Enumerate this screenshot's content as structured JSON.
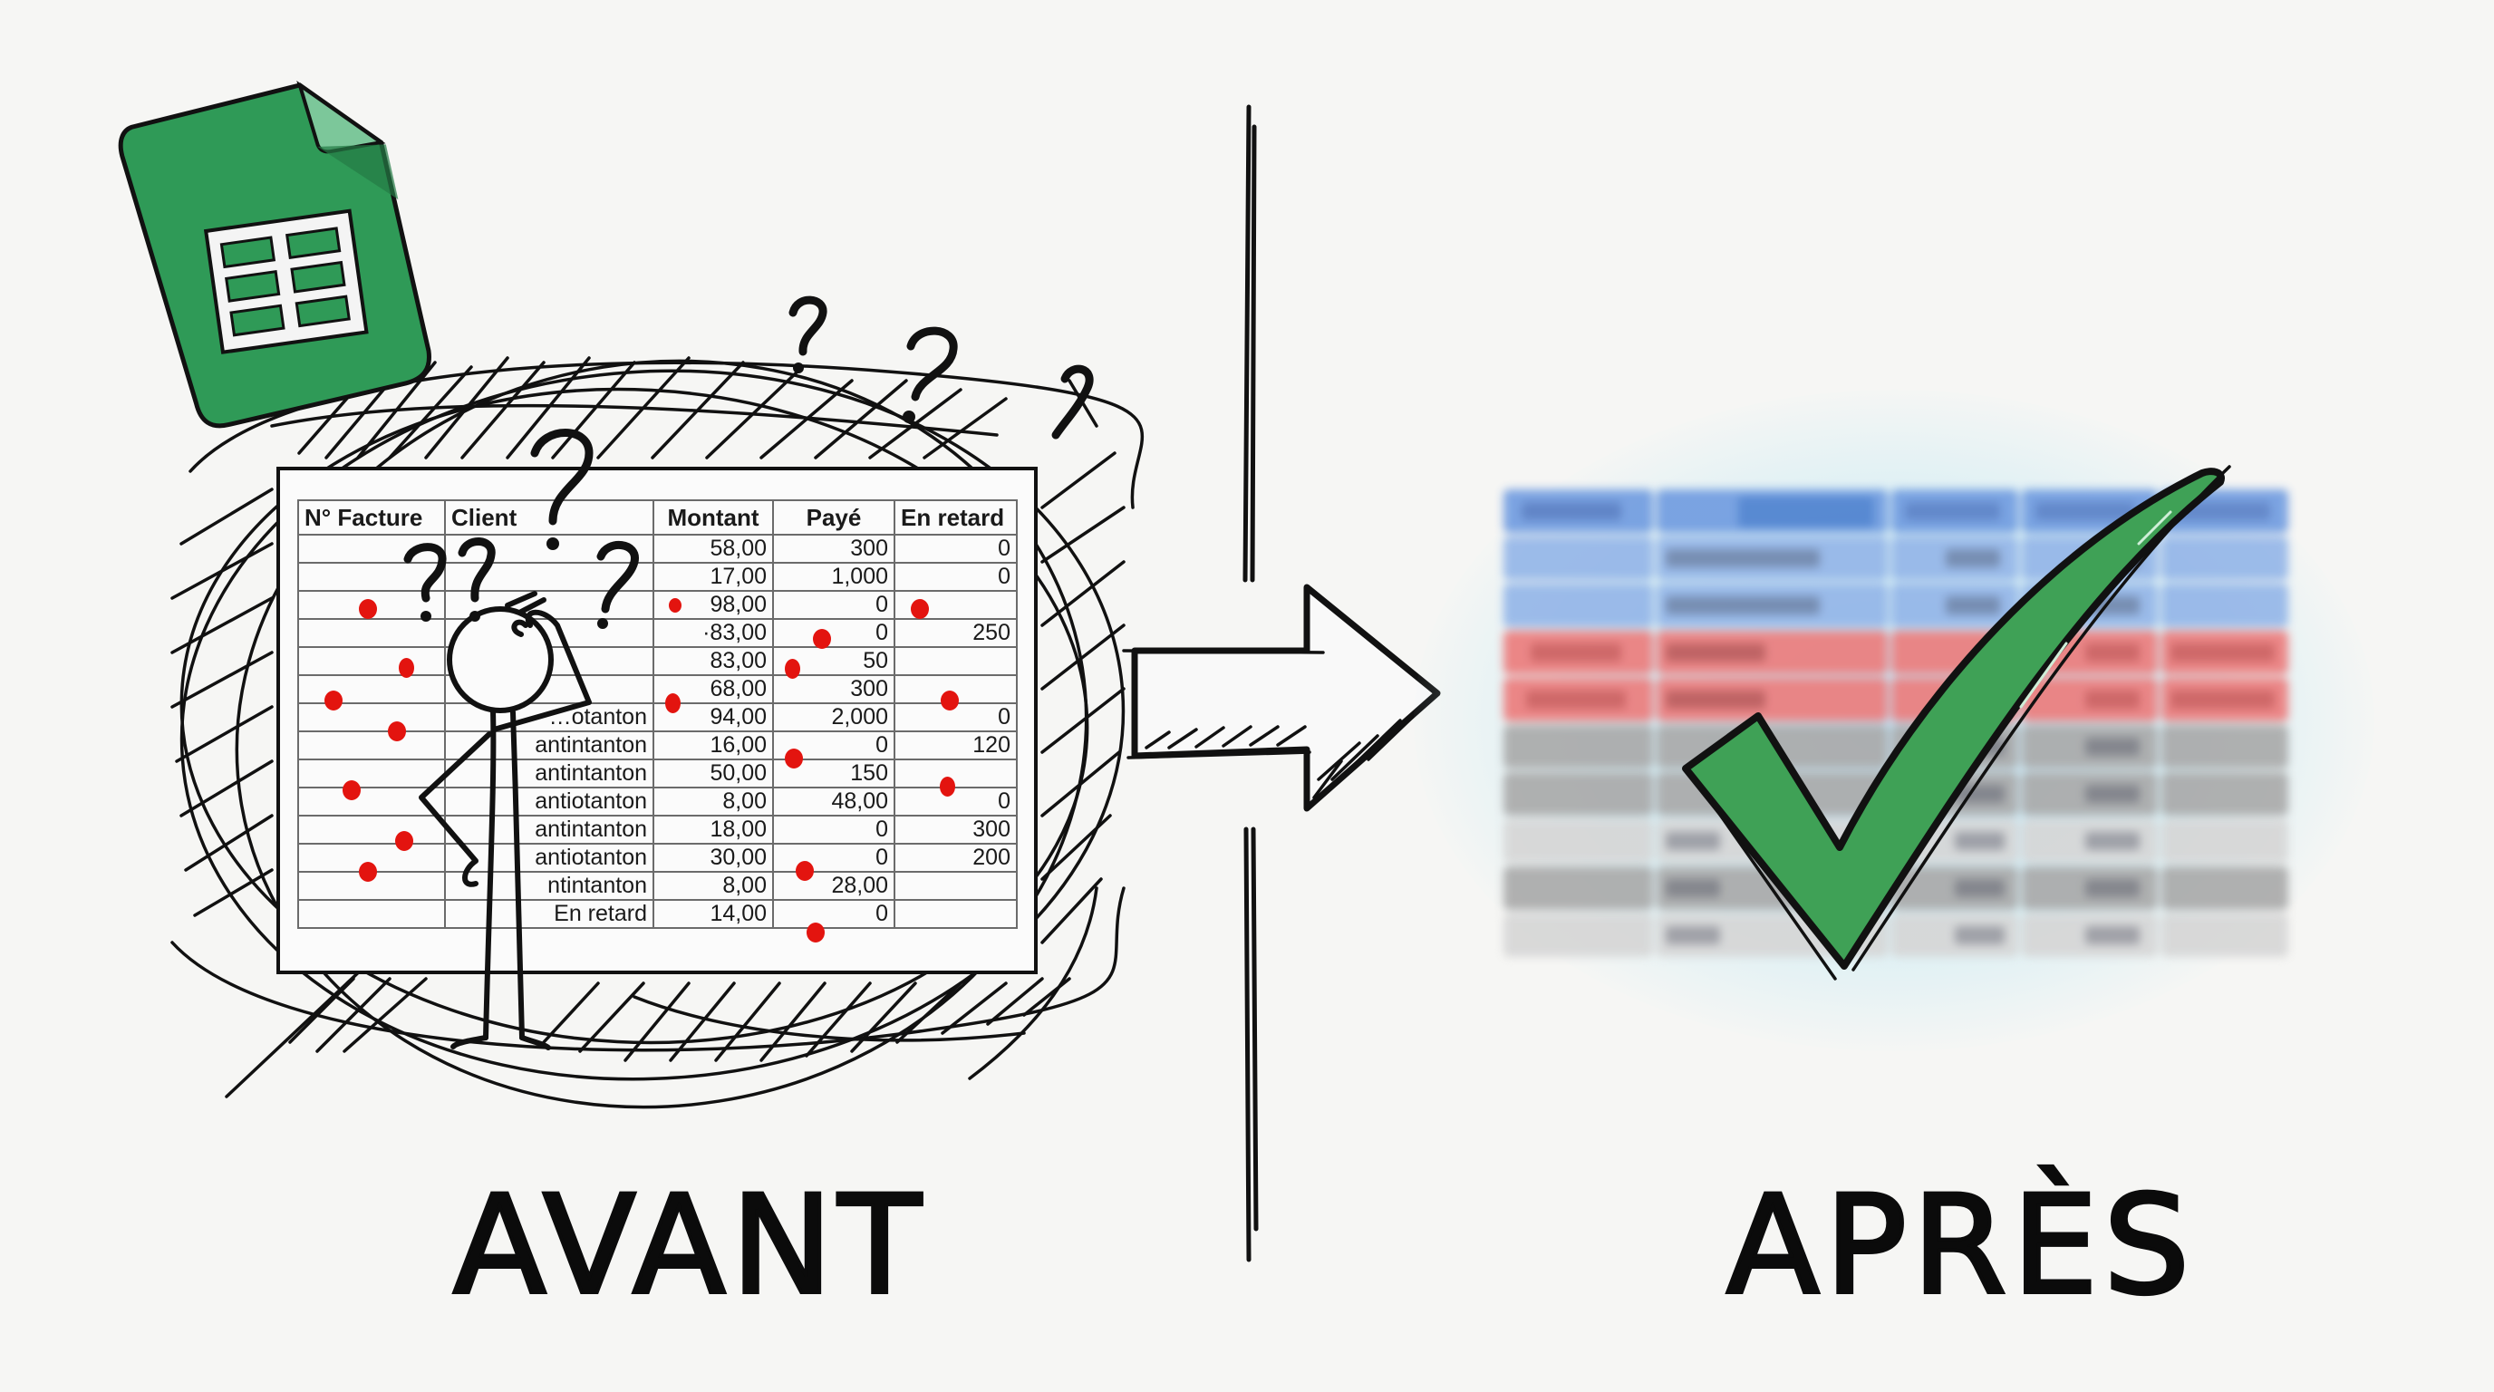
{
  "labels": {
    "before": "AVANT",
    "after": "APRÈS"
  },
  "icons": {
    "sheets_icon": "google-sheets-icon",
    "arrow": "right-arrow-icon",
    "check": "checkmark-icon",
    "question_marks": "question-mark-icon",
    "figure": "confused-stick-figure"
  },
  "colors": {
    "sheets_green": "#2f9a57",
    "sheets_fold": "#7cc79a",
    "error_dot": "#e3140f",
    "check_green": "#3fa156",
    "clean_header_blue": "#4a7fcf",
    "clean_row_blue": "#93b5e8",
    "clean_row_red": "#ec7b7b",
    "clean_row_grey": "#a9a9a9",
    "glow_blue": "#cfe8f4"
  },
  "before_table": {
    "headers": [
      "N° Facture",
      "Client",
      "Montant",
      "Payé",
      "En retard"
    ],
    "rows": [
      {
        "facture": "",
        "client": "",
        "montant": "58,00",
        "paye": "300",
        "retard": "0"
      },
      {
        "facture": "",
        "client": "",
        "montant": "17,00",
        "paye": "1,000",
        "retard": "0"
      },
      {
        "facture": "",
        "client": "",
        "montant": "98,00",
        "paye": "0",
        "retard": ""
      },
      {
        "facture": "",
        "client": "",
        "montant": "·83,00",
        "paye": "0",
        "retard": "250"
      },
      {
        "facture": "",
        "client": "",
        "montant": "83,00",
        "paye": "50",
        "retard": ""
      },
      {
        "facture": "",
        "client": "",
        "montant": "68,00",
        "paye": "300",
        "retard": ""
      },
      {
        "facture": "",
        "client": "…otanton",
        "montant": "94,00",
        "paye": "2,000",
        "retard": "0"
      },
      {
        "facture": "",
        "client": "antintanton",
        "montant": "16,00",
        "paye": "0",
        "retard": "120"
      },
      {
        "facture": "",
        "client": "antintanton",
        "montant": "50,00",
        "paye": "150",
        "retard": ""
      },
      {
        "facture": "",
        "client": "antiotanton",
        "montant": "8,00",
        "paye": "48,00",
        "retard": "0"
      },
      {
        "facture": "",
        "client": "antintanton",
        "montant": "18,00",
        "paye": "0",
        "retard": "300"
      },
      {
        "facture": "",
        "client": "antiotanton",
        "montant": "30,00",
        "paye": "0",
        "retard": "200"
      },
      {
        "facture": "",
        "client": "ntintanton",
        "montant": "8,00",
        "paye": "28,00",
        "retard": ""
      },
      {
        "facture": "",
        "client": "En retard",
        "montant": "14,00",
        "paye": "0",
        "retard": ""
      }
    ]
  },
  "after_table": {
    "note": "blurred, illegible",
    "row_colors": [
      "header-blue",
      "blue",
      "blue",
      "red",
      "red",
      "grey-dark",
      "grey-dark",
      "grey-light",
      "grey-dark",
      "grey-light"
    ]
  }
}
